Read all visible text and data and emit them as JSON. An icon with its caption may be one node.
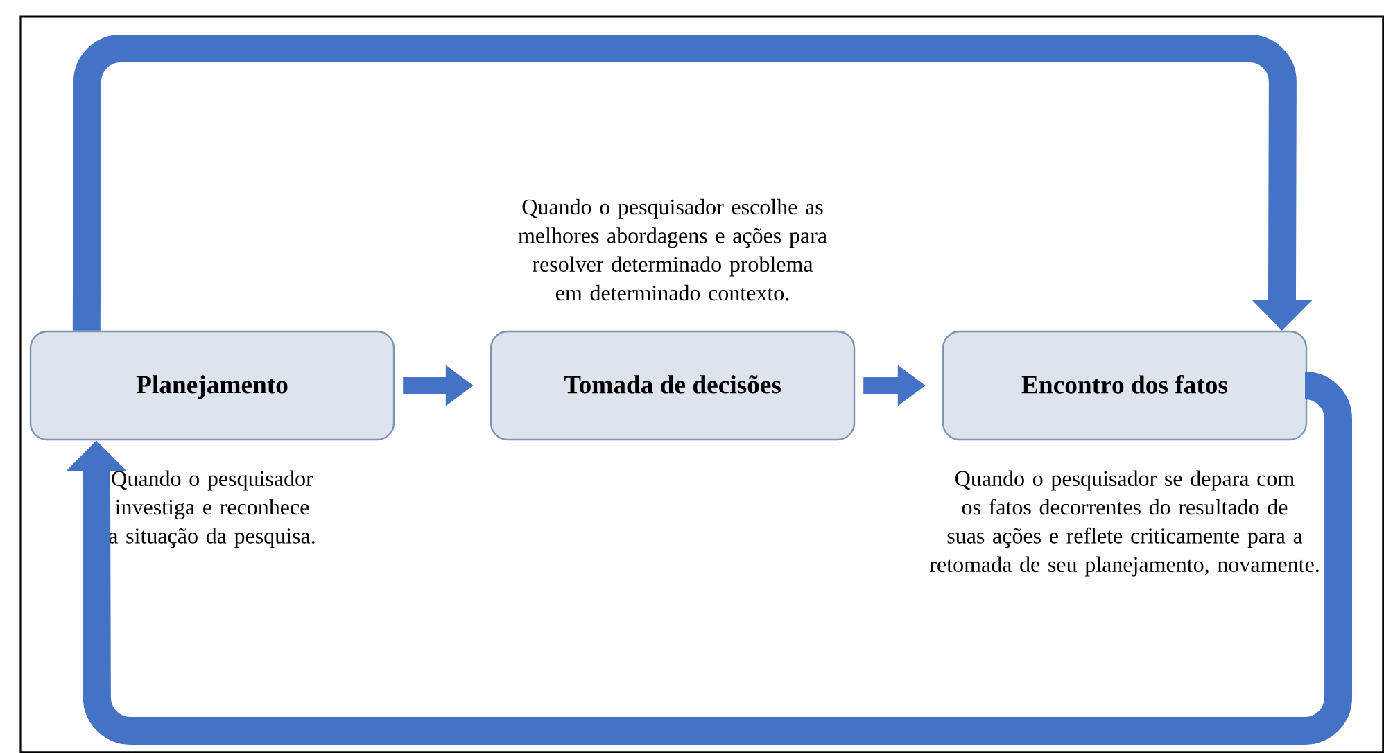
{
  "diagram": {
    "nodes": [
      {
        "text": [
          "Planejamento"
        ],
        "beside": [
          "Quando o pesquisador investiga e reconhece a situação da pesquisa."
        ]
      },
      {
        "text": [
          "Tomada de decisões"
        ],
        "beside": [
          "Quando o pesquisador escolhe as melhores abordagens e ações para resolver determinado problema em determinado contexto."
        ]
      },
      {
        "text": [
          "Encontro dos fatos"
        ],
        "beside": [
          "Quando o pesquisador se depara com os fatos decorrentes do resultado de suas ações e reflete criticamente para a retomada de seu planejamento, novamente."
        ]
      }
    ],
    "edges": [
      {
        "from": 0,
        "to": 1,
        "arrow": "to"
      },
      {
        "from": 1,
        "to": 2,
        "arrow": "to"
      },
      {
        "from": 0,
        "to": 2,
        "arrow": "to"
      },
      {
        "from": 2,
        "to": 0,
        "arrow": "to"
      }
    ]
  }
}
